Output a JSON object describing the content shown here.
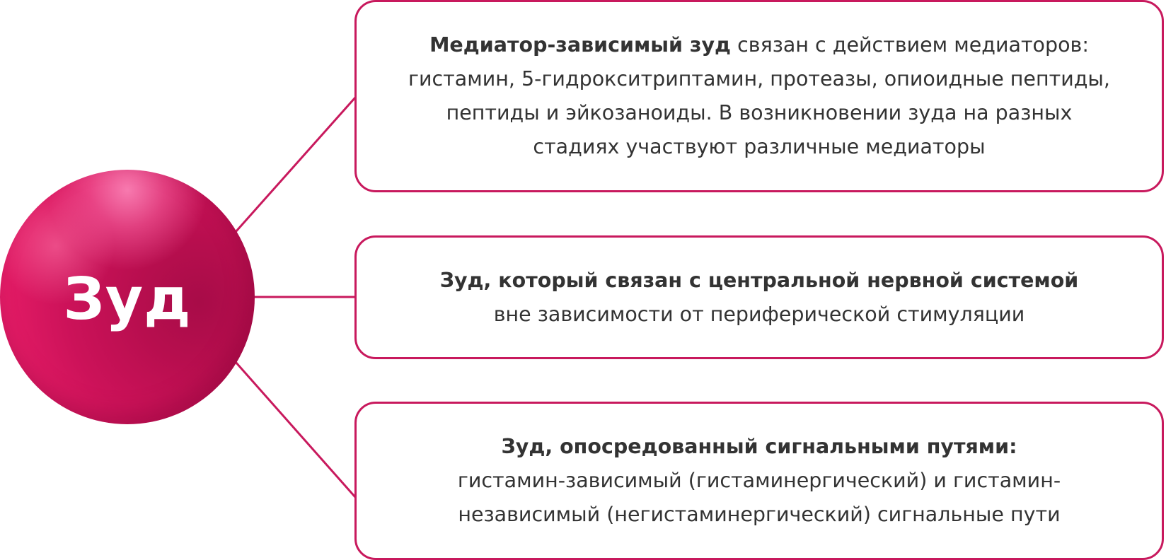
{
  "colors": {
    "accent": "#c8195d",
    "sphere_dark": "#a80c48",
    "sphere_light": "#ee2373",
    "text": "#333333",
    "background": "#ffffff"
  },
  "center": {
    "label": "Зуд"
  },
  "branches": [
    {
      "bold": "Медиатор-зависимый зуд",
      "text": " связан с действием медиаторов: гистамин, 5-гидрокситриптамин, протеазы, опиоидные пептиды, пептиды и эйкозаноиды. В возникновении зуда на разных стадиях участвуют различные медиаторы"
    },
    {
      "bold": "Зуд, который связан с центральной нервной системой",
      "text": "вне зависимости от периферической стимуляции"
    },
    {
      "bold": "Зуд, опосредованный сигнальными путями:",
      "text": " гистамин-зависимый (гистаминергический) и гистамин-независимый (негистаминергический) сигнальные пути"
    }
  ]
}
